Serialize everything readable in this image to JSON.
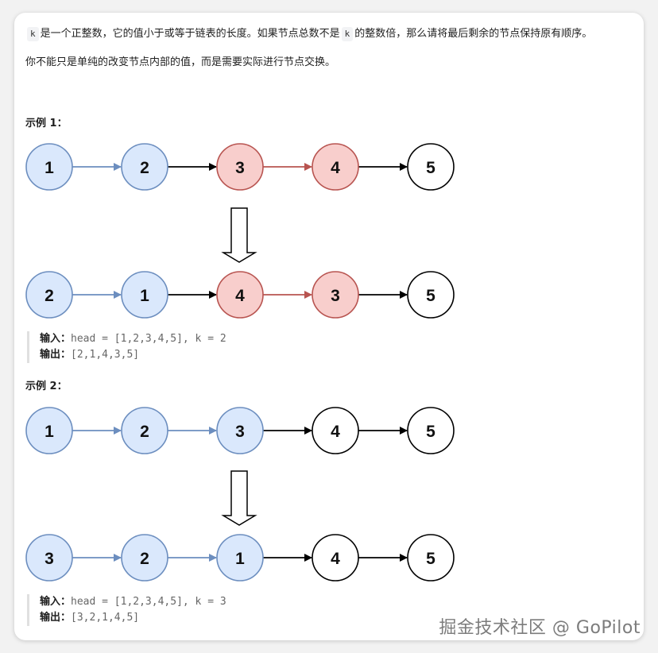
{
  "intro": {
    "k_token": "k",
    "line1_a": "是一个正整数，它的值小于或等于链表的长度。如果节点总数不是",
    "line1_b": "的整数倍，那么请将最后剩余的节点保持原有顺序。",
    "line2": "你不能只是单纯的改变节点内部的值，而是需要实际进行节点交换。"
  },
  "examples": [
    {
      "label": "示例 1：",
      "input_label": "输入：",
      "input_value": "head = [1,2,3,4,5], k = 2",
      "output_label": "输出：",
      "output_value": "[2,1,4,3,5]",
      "before": [
        {
          "value": "1",
          "style": "blue"
        },
        {
          "value": "2",
          "style": "blue"
        },
        {
          "value": "3",
          "style": "red"
        },
        {
          "value": "4",
          "style": "red"
        },
        {
          "value": "5",
          "style": "plain"
        }
      ],
      "after": [
        {
          "value": "2",
          "style": "blue"
        },
        {
          "value": "1",
          "style": "blue"
        },
        {
          "value": "4",
          "style": "red"
        },
        {
          "value": "3",
          "style": "red"
        },
        {
          "value": "5",
          "style": "plain"
        }
      ],
      "edges": [
        "blue",
        "black",
        "red",
        "black"
      ]
    },
    {
      "label": "示例 2：",
      "input_label": "输入：",
      "input_value": "head = [1,2,3,4,5], k = 3",
      "output_label": "输出：",
      "output_value": "[3,2,1,4,5]",
      "before": [
        {
          "value": "1",
          "style": "blue"
        },
        {
          "value": "2",
          "style": "blue"
        },
        {
          "value": "3",
          "style": "blue"
        },
        {
          "value": "4",
          "style": "plain"
        },
        {
          "value": "5",
          "style": "plain"
        }
      ],
      "after": [
        {
          "value": "3",
          "style": "blue"
        },
        {
          "value": "2",
          "style": "blue"
        },
        {
          "value": "1",
          "style": "blue"
        },
        {
          "value": "4",
          "style": "plain"
        },
        {
          "value": "5",
          "style": "plain"
        }
      ],
      "edges": [
        "blue",
        "blue",
        "black",
        "black"
      ]
    }
  ],
  "colors": {
    "blue_fill": "#dae8fc",
    "blue_stroke": "#6c8ebf",
    "red_fill": "#f8cecc",
    "red_stroke": "#b85450",
    "plain_fill": "#ffffff",
    "plain_stroke": "#000000",
    "edge_blue": "#6c8ebf",
    "edge_red": "#b85450",
    "edge_black": "#000000"
  },
  "watermark": "掘金技术社区 @ GoPilot"
}
